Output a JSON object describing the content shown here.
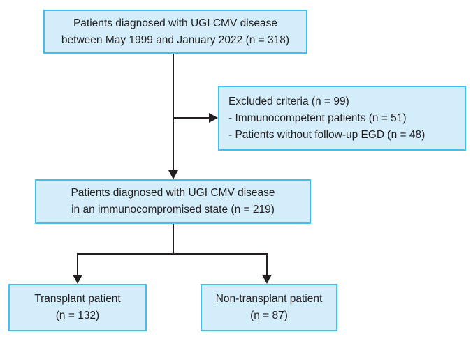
{
  "colors": {
    "box_fill": "#d4edfa",
    "box_border": "#3fc0ee",
    "connector": "#231f20",
    "text": "#231f20"
  },
  "boxes": {
    "top": {
      "lines": [
        "Patients diagnosed with UGI CMV disease",
        "between May 1999 and January 2022 (n = 318)"
      ]
    },
    "excluded": {
      "lines": [
        "Excluded criteria (n = 99)",
        "- Immunocompetent patients (n = 51)",
        "- Patients without follow-up EGD (n = 48)"
      ]
    },
    "immunocompromised": {
      "lines": [
        "Patients diagnosed with UGI CMV disease",
        "in an immunocompromised state (n = 219)"
      ]
    },
    "transplant": {
      "lines": [
        "Transplant patient",
        "(n = 132)"
      ]
    },
    "non_transplant": {
      "lines": [
        "Non-transplant patient",
        "(n = 87)"
      ]
    }
  }
}
